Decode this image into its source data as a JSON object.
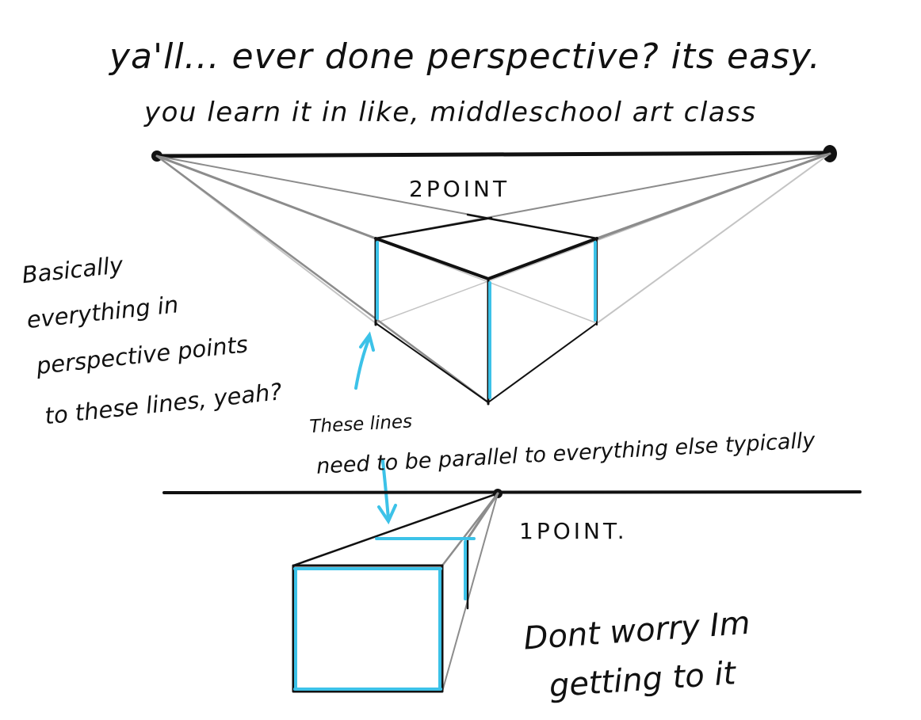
{
  "colors": {
    "ink": "#111111",
    "accent": "#3cc2e8",
    "guide": "#8c8c8c",
    "guide_light": "#c4c4c4",
    "background": "#ffffff"
  },
  "header": {
    "line1": "ya'll... ever done perspective? its easy.",
    "line2": "you learn it in like, middleschool art class"
  },
  "two_point": {
    "label": "2POINT"
  },
  "side_note": {
    "lines": [
      "Basically",
      "everything in",
      "perspective points",
      "to these lines, yeah?"
    ]
  },
  "parallel_note": {
    "line1": "These lines",
    "line2": "need to be parallel to everything else typically"
  },
  "one_point": {
    "label": "1POINT."
  },
  "footer": {
    "line1": "Dont worry Im",
    "line2": "getting to it"
  }
}
